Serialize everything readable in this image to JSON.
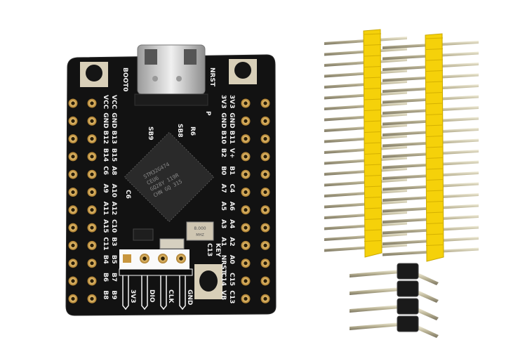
{
  "board": {
    "left_outer_labels": [
      "VCC",
      "GND",
      "B12",
      "B14",
      "C6",
      "A9",
      "A11",
      "A15",
      "C11",
      "B4",
      "B6",
      "B8"
    ],
    "left_inner_labels": [
      "VCC",
      "GND",
      "B13",
      "B15",
      "A8",
      "A10",
      "A12",
      "C10",
      "B3",
      "B5",
      "B7",
      "B9"
    ],
    "right_inner_labels": [
      "3V3",
      "GND",
      "B10",
      "B2",
      "B0",
      "A7",
      "A5",
      "A3",
      "A1",
      "NRST",
      "C14",
      "VB"
    ],
    "right_outer_labels": [
      "3V3",
      "GND",
      "B11",
      "V+",
      "B1",
      "C4",
      "A6",
      "A4",
      "A2",
      "A0",
      "C15",
      "C13"
    ],
    "button_labels": {
      "boot": "BOOT0",
      "reset": "NRST",
      "key": "KEY",
      "key_pin": "C13"
    },
    "misc_labels": {
      "sb9": "SB9",
      "sb8": "SB8",
      "r6": "R6",
      "power_led": "P",
      "led": "C6"
    },
    "swd_labels": [
      "3V3",
      "DIO",
      "CLK",
      "GND"
    ],
    "chip_text": [
      "STM32G474",
      "CEU6",
      "GQ28Y 119R",
      "CHN GQ 315"
    ],
    "crystal_text": [
      "8.000",
      "MHZ"
    ],
    "colors": {
      "pcb": "#111111",
      "pad": "#c8963e",
      "header_plastic": "#f5d10a",
      "pin_metal": "#c9c3a6",
      "small_header_plastic": "#1a1a1a"
    }
  }
}
